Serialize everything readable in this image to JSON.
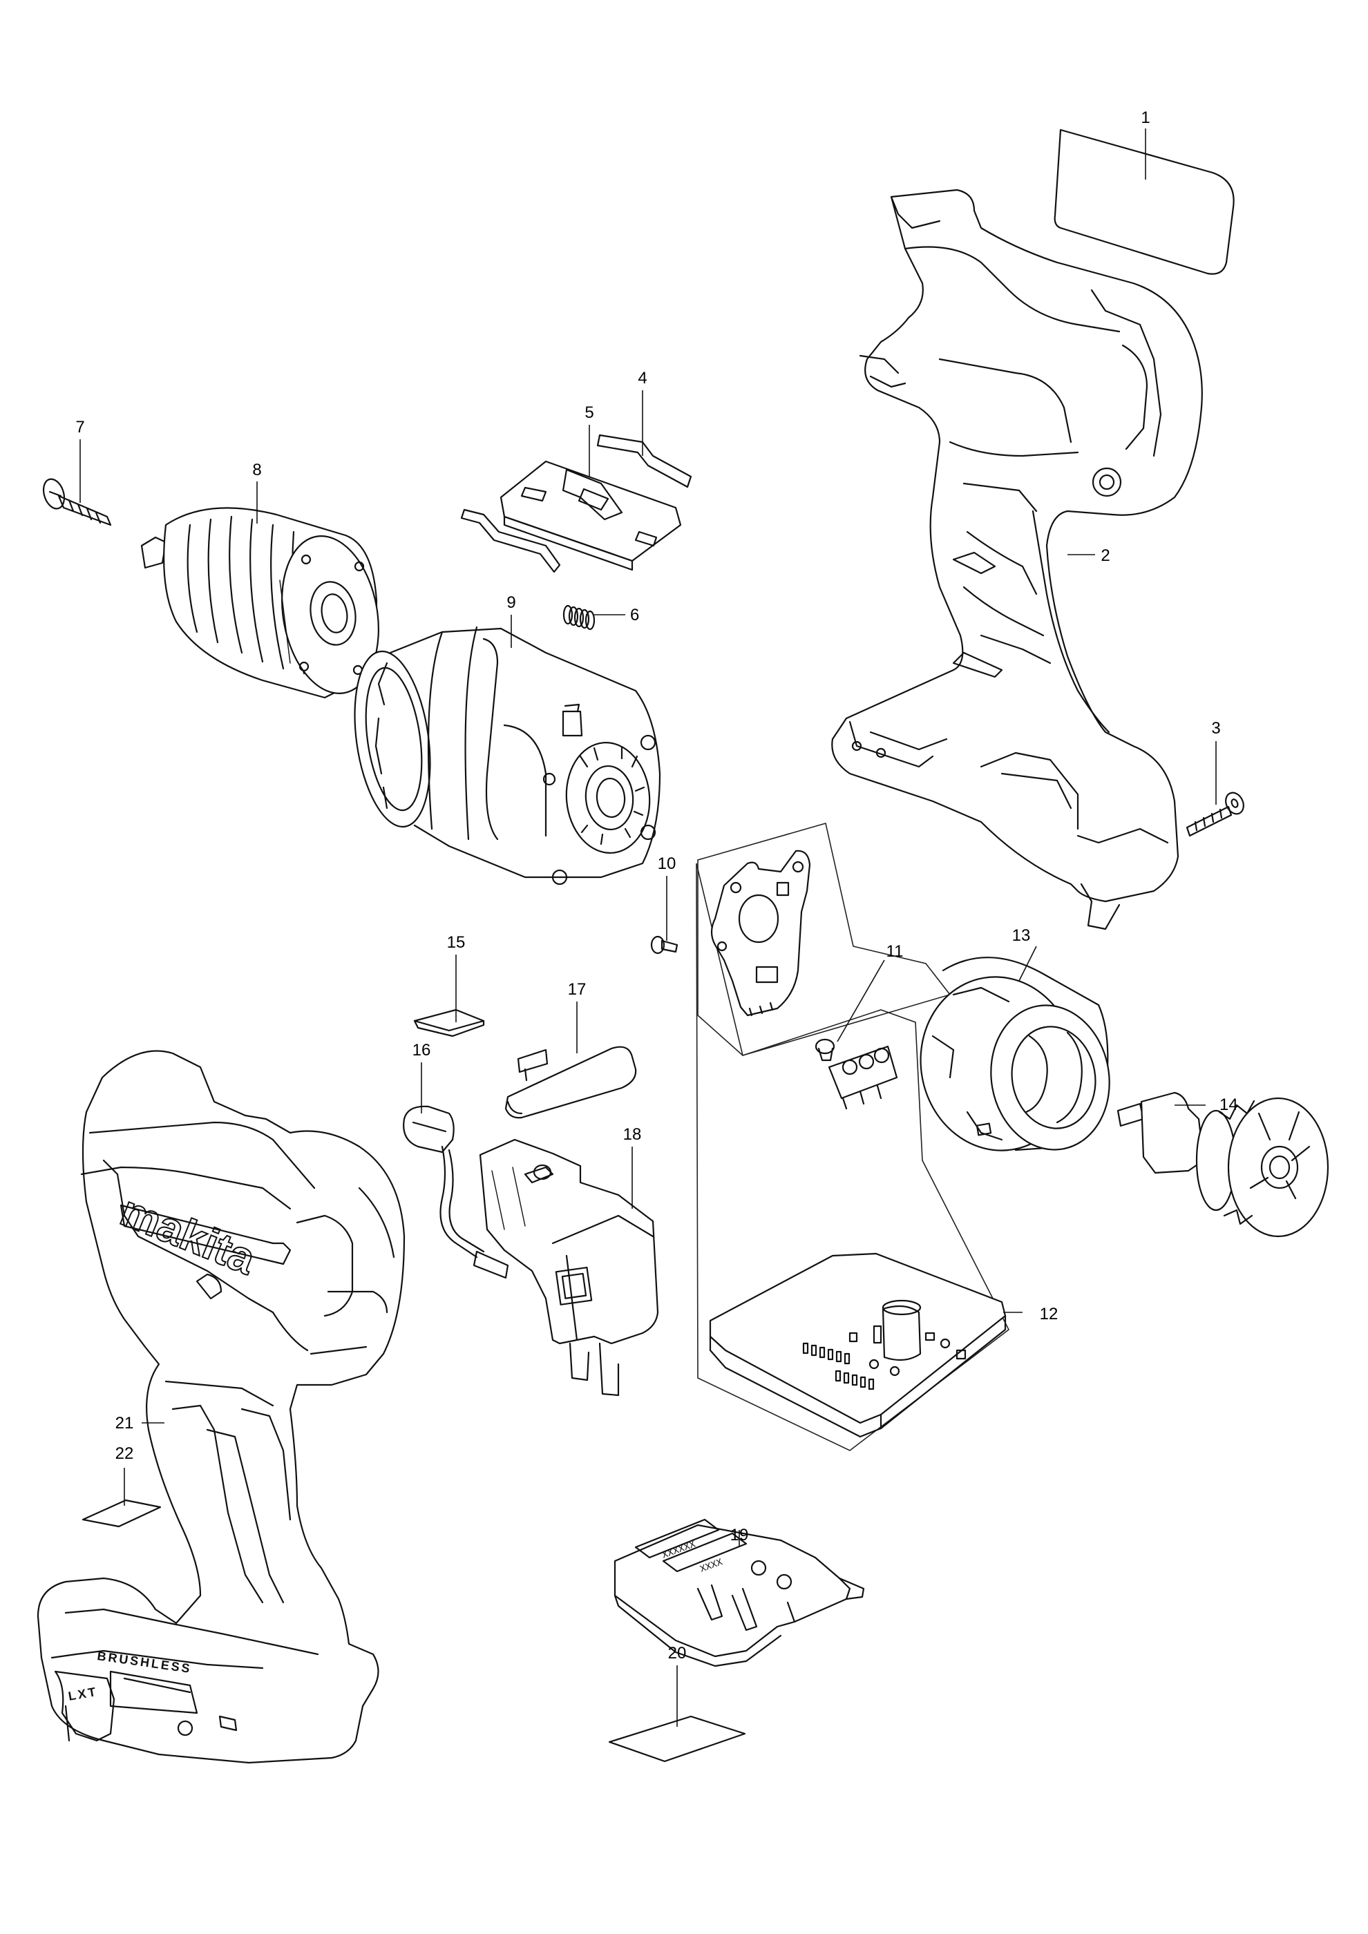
{
  "callouts": [
    {
      "id": "1",
      "label": "1"
    },
    {
      "id": "2",
      "label": "2"
    },
    {
      "id": "3",
      "label": "3"
    },
    {
      "id": "4",
      "label": "4"
    },
    {
      "id": "5",
      "label": "5"
    },
    {
      "id": "6",
      "label": "6"
    },
    {
      "id": "7",
      "label": "7"
    },
    {
      "id": "8",
      "label": "8"
    },
    {
      "id": "9",
      "label": "9"
    },
    {
      "id": "10",
      "label": "10"
    },
    {
      "id": "11",
      "label": "11"
    },
    {
      "id": "12",
      "label": "12"
    },
    {
      "id": "13",
      "label": "13"
    },
    {
      "id": "14",
      "label": "14"
    },
    {
      "id": "15",
      "label": "15"
    },
    {
      "id": "16",
      "label": "16"
    },
    {
      "id": "17",
      "label": "17"
    },
    {
      "id": "18",
      "label": "18"
    },
    {
      "id": "19",
      "label": "19"
    },
    {
      "id": "20",
      "label": "20"
    },
    {
      "id": "21",
      "label": "21"
    },
    {
      "id": "22",
      "label": "22"
    }
  ],
  "markings": {
    "brand_logo": "makita",
    "housing_text": "BRUSHLESS",
    "battery_badge": "LXT",
    "terminal_label_a": "XXXXXX",
    "terminal_label_b": "XXXX"
  }
}
